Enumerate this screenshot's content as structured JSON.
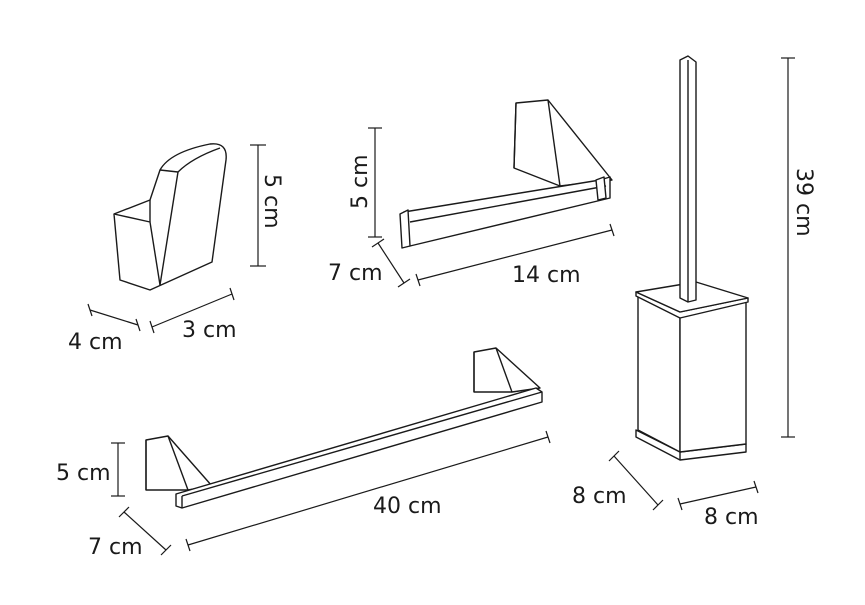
{
  "colors": {
    "stroke": "#1a1a1a",
    "background": "#ffffff"
  },
  "hook": {
    "height": "5 cm",
    "depth": "4 cm",
    "width": "3 cm"
  },
  "paper_holder": {
    "height": "5 cm",
    "depth": "7 cm",
    "length": "14 cm"
  },
  "towel_bar": {
    "height": "5 cm",
    "depth": "7 cm",
    "length": "40 cm"
  },
  "toilet_brush": {
    "height": "39 cm",
    "depth": "8 cm",
    "width": "8 cm"
  }
}
